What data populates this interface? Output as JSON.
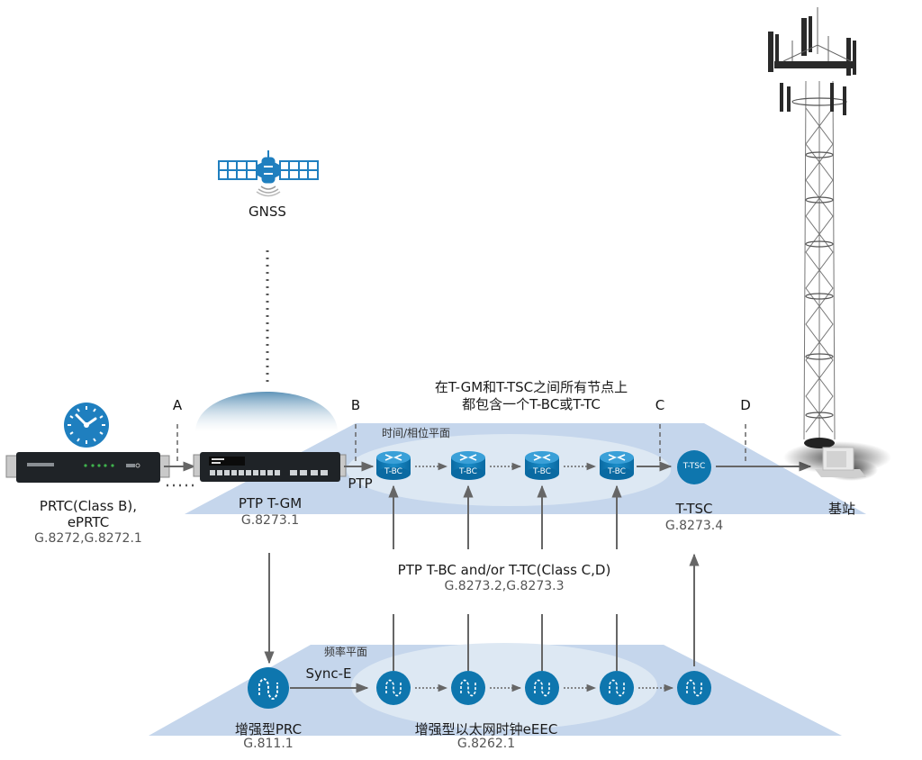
{
  "colors": {
    "plane": "#c5d6ec",
    "oval": "#dde8f3",
    "node": "#0e76ae",
    "arrow": "#666666",
    "text": "#1a1a1a",
    "subtext": "#555555"
  },
  "gnss": {
    "label": "GNSS",
    "icon": "satellite-icon"
  },
  "prtc": {
    "title_line1": "PRTC(Class B),",
    "title_line2": "ePRTC",
    "standard": "G.8272,G.8272.1",
    "icon": "clock-icon"
  },
  "tgm": {
    "title": "PTP T-GM",
    "standard": "G.8273.1"
  },
  "ptp_link_label": "PTP",
  "sync_e_label": "Sync-E",
  "reference_points": [
    "A",
    "B",
    "C",
    "D"
  ],
  "time_plane": {
    "label": "时间/相位平面",
    "note_line1": "在T-GM和T-TSC之间所有节点上",
    "note_line2": "都包含一个T-BC或T-TC",
    "nodes": [
      "T-BC",
      "T-BC",
      "T-BC",
      "T-BC"
    ]
  },
  "tsc": {
    "node_label": "T-TSC",
    "title": "T-TSC",
    "standard": "G.8273.4"
  },
  "base_station": {
    "label": "基站"
  },
  "bc_tc": {
    "title": "PTP T-BC and/or T-TC(Class C,D)",
    "standard": "G.8273.2,G.8273.3"
  },
  "freq_plane": {
    "label": "频率平面",
    "prc_title": "增强型PRC",
    "prc_standard": "G.811.1",
    "eec_title": "增强型以太网时钟eEEC",
    "eec_standard": "G.8262.1",
    "eec_count": 5
  }
}
